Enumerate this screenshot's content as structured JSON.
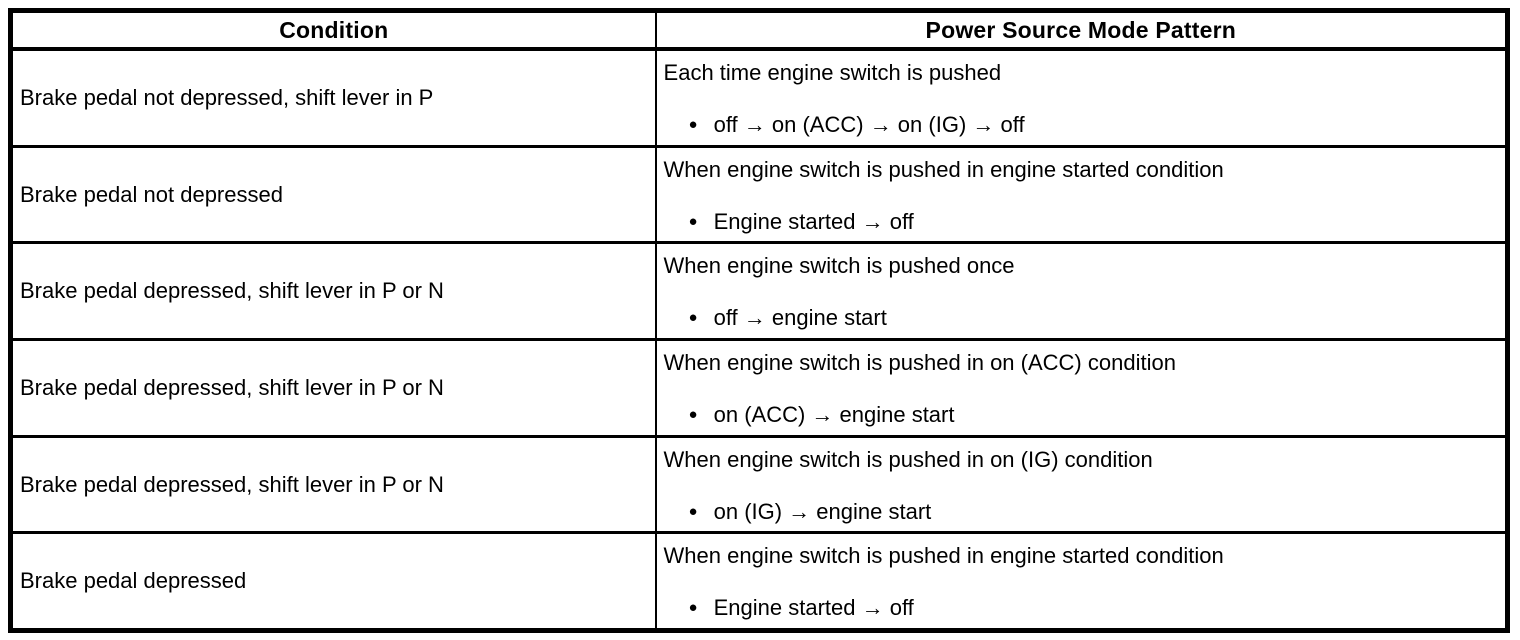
{
  "table": {
    "bullet_glyph": "●",
    "headers": [
      {
        "label": "Condition"
      },
      {
        "label": "Power Source Mode Pattern"
      }
    ],
    "rows": [
      {
        "condition": "Brake pedal not depressed, shift lever in P",
        "pattern_description": "Each time engine switch is pushed",
        "pattern_bullet": "off → on (ACC) → on (IG) → off"
      },
      {
        "condition": "Brake pedal not depressed",
        "pattern_description": "When engine switch is pushed in engine started condition",
        "pattern_bullet": "Engine started → off"
      },
      {
        "condition": "Brake pedal depressed, shift lever in P or N",
        "pattern_description": "When engine switch is pushed once",
        "pattern_bullet": "off → engine start"
      },
      {
        "condition": "Brake pedal depressed, shift lever in P or N",
        "pattern_description": "When engine switch is pushed in on (ACC) condition",
        "pattern_bullet": "on (ACC) → engine start"
      },
      {
        "condition": "Brake pedal depressed, shift lever in P or N",
        "pattern_description": "When engine switch is pushed in on (IG) condition",
        "pattern_bullet": "on (IG) → engine start"
      },
      {
        "condition": "Brake pedal depressed",
        "pattern_description": "When engine switch is pushed in engine started condition",
        "pattern_bullet": "Engine started → off"
      }
    ]
  }
}
